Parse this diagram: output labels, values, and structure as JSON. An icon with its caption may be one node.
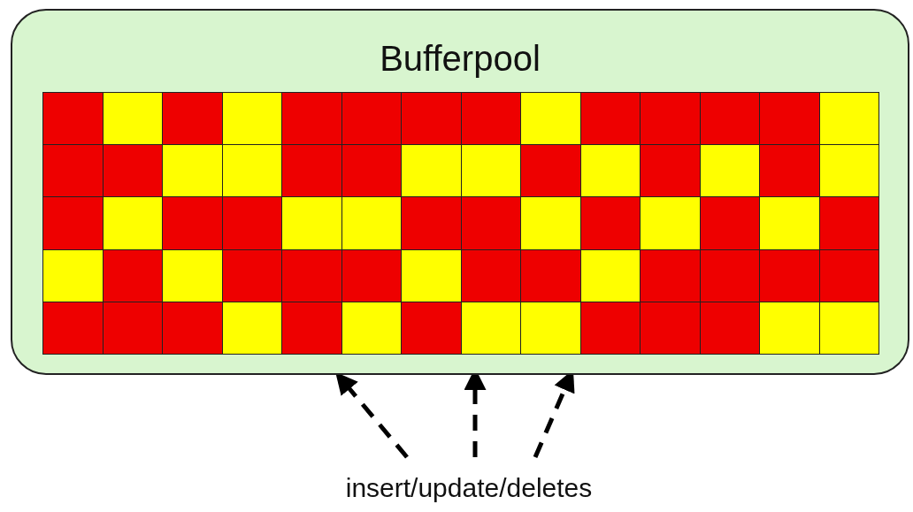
{
  "diagram": {
    "nodes": [
      {
        "text": [
          "Bufferpool"
        ]
      },
      {
        "text": [],
        "shape": "box",
        "in": 0
      },
      {
        "text": [],
        "shape": "box",
        "in": 0
      },
      {
        "text": [],
        "shape": "box",
        "in": 0
      },
      {
        "text": [],
        "shape": "box",
        "in": 0
      },
      {
        "text": [],
        "shape": "box",
        "in": 0
      },
      {
        "text": [],
        "shape": "box",
        "in": 0
      },
      {
        "text": [],
        "shape": "box",
        "in": 0
      },
      {
        "text": [],
        "shape": "box",
        "in": 0
      },
      {
        "text": [],
        "shape": "box",
        "in": 0
      },
      {
        "text": [],
        "shape": "box",
        "in": 0
      },
      {
        "text": [],
        "shape": "box",
        "in": 0
      },
      {
        "text": [],
        "shape": "box",
        "in": 0
      },
      {
        "text": [],
        "shape": "box",
        "in": 0
      },
      {
        "text": [],
        "shape": "box",
        "in": 0
      },
      {
        "text": [],
        "shape": "box",
        "in": 0
      },
      {
        "text": [],
        "shape": "box",
        "in": 0
      },
      {
        "text": [],
        "shape": "box",
        "in": 0
      },
      {
        "text": [],
        "shape": "box",
        "in": 0
      },
      {
        "text": [],
        "shape": "box",
        "in": 0
      },
      {
        "text": [],
        "shape": "box",
        "in": 0
      },
      {
        "text": [],
        "shape": "box",
        "in": 0
      },
      {
        "text": [],
        "shape": "box",
        "in": 0
      },
      {
        "text": [],
        "shape": "box",
        "in": 0
      },
      {
        "text": [],
        "shape": "box",
        "in": 0
      },
      {
        "text": [],
        "shape": "box",
        "in": 0
      },
      {
        "text": [],
        "shape": "box",
        "in": 0
      },
      {
        "text": [],
        "shape": "box",
        "in": 0
      },
      {
        "text": [],
        "shape": "box",
        "in": 0
      },
      {
        "text": [],
        "shape": "box",
        "in": 0
      },
      {
        "text": [],
        "shape": "box",
        "in": 0
      },
      {
        "text": [],
        "shape": "box",
        "in": 0
      },
      {
        "text": [],
        "shape": "box",
        "in": 0
      },
      {
        "text": [],
        "shape": "box",
        "in": 0
      },
      {
        "text": [],
        "shape": "box",
        "in": 0
      },
      {
        "text": [],
        "shape": "box",
        "in": 0
      },
      {
        "text": [],
        "shape": "box",
        "in": 0
      },
      {
        "text": [],
        "shape": "box",
        "in": 0
      },
      {
        "text": [],
        "shape": "box",
        "in": 0
      },
      {
        "text": [],
        "shape": "box",
        "in": 0
      },
      {
        "text": [],
        "shape": "box",
        "in": 0
      },
      {
        "text": [],
        "shape": "box",
        "in": 0
      },
      {
        "text": [],
        "shape": "box",
        "in": 0
      },
      {
        "text": [],
        "shape": "box",
        "in": 0
      },
      {
        "text": [],
        "shape": "box",
        "in": 0
      },
      {
        "text": [],
        "shape": "box",
        "in": 0
      },
      {
        "text": [],
        "shape": "box",
        "in": 0
      },
      {
        "text": [],
        "shape": "box",
        "in": 0
      },
      {
        "text": [],
        "shape": "box",
        "in": 0
      },
      {
        "text": [],
        "shape": "box",
        "in": 0
      },
      {
        "text": [],
        "shape": "box",
        "in": 0
      },
      {
        "text": [],
        "shape": "box",
        "in": 0
      },
      {
        "text": [],
        "shape": "box",
        "in": 0
      },
      {
        "text": [],
        "shape": "box",
        "in": 0
      },
      {
        "text": [],
        "shape": "box",
        "in": 0
      },
      {
        "text": [],
        "shape": "box",
        "in": 0
      },
      {
        "text": [],
        "shape": "box",
        "in": 0
      },
      {
        "text": [],
        "shape": "box",
        "in": 0
      },
      {
        "text": [],
        "shape": "box",
        "in": 0
      },
      {
        "text": [],
        "shape": "box",
        "in": 0
      },
      {
        "text": [],
        "shape": "box",
        "in": 0
      },
      {
        "text": [],
        "shape": "box",
        "in": 0
      },
      {
        "text": [],
        "shape": "box",
        "in": 0
      },
      {
        "text": [],
        "shape": "box",
        "in": 0
      },
      {
        "text": [],
        "shape": "box",
        "in": 0
      },
      {
        "text": [],
        "shape": "box",
        "in": 0
      },
      {
        "text": [],
        "shape": "box",
        "in": 0
      },
      {
        "text": [],
        "shape": "box",
        "in": 0
      },
      {
        "text": [],
        "shape": "box",
        "in": 0
      },
      {
        "text": [],
        "shape": "box",
        "in": 0
      },
      {
        "text": [],
        "shape": "box",
        "in": 0
      },
      {
        "text": [
          "insert/update/deletes"
        ]
      }
    ],
    "edges": [
      {
        "from": 71,
        "to": 0,
        "arrow": "to",
        "style": "dashed"
      },
      {
        "from": 71,
        "to": 0,
        "arrow": "to",
        "style": "dashed"
      },
      {
        "from": 71,
        "to": 0,
        "arrow": "to",
        "style": "dashed"
      }
    ]
  }
}
